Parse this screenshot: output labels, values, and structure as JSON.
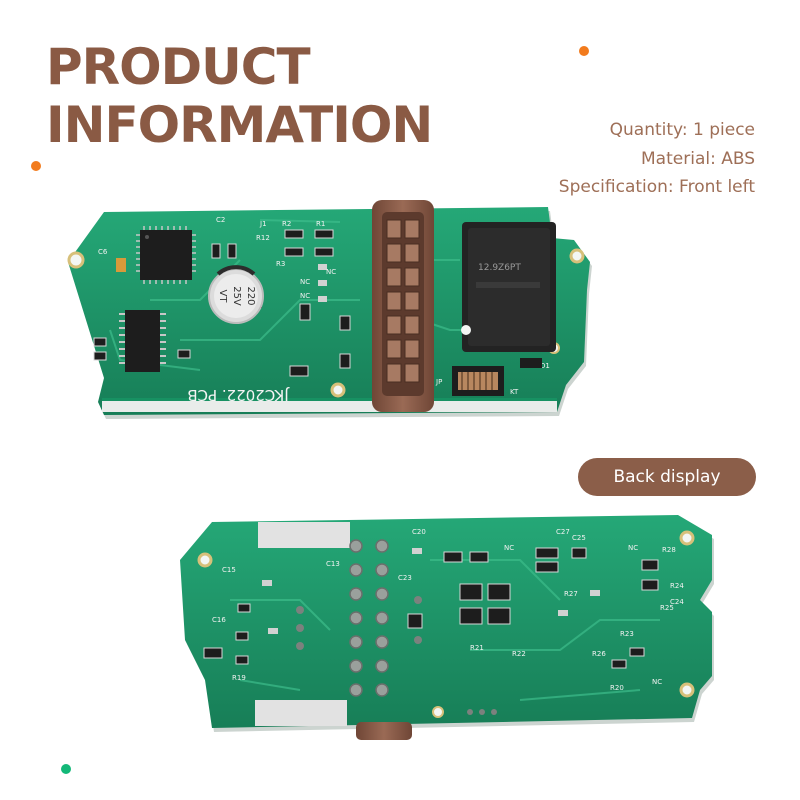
{
  "title": {
    "line1": "PRODUCT",
    "line2": "INFORMATION"
  },
  "specs": [
    "Quantity: 1 piece",
    "Material: ABS",
    "Specification: Front left"
  ],
  "button": {
    "label": "Back display"
  },
  "pcb_front": {
    "silk_text": "JKC2022. PCB",
    "relay_text": "12.9Z6PT",
    "cap_text": [
      "220",
      "25V",
      "VT"
    ],
    "labels": [
      "R2",
      "R1",
      "R3",
      "C2",
      "C6",
      "R12",
      "NC",
      "NC",
      "NC",
      "J1",
      "KT",
      "D1",
      "JP"
    ]
  },
  "pcb_back": {
    "labels": [
      "C20",
      "C15",
      "C23",
      "C16",
      "C13",
      "R19",
      "R20",
      "R21",
      "R22",
      "R23",
      "R24",
      "R25",
      "R26",
      "R27",
      "R28",
      "C24",
      "C25",
      "C27",
      "NC",
      "NC",
      "NC"
    ]
  },
  "colors": {
    "brand": "#8a5a44",
    "spec_text": "#9e6f57",
    "button_bg": "#8b5e49",
    "dot_orange": "#f27b1d",
    "dot_green": "#13b878",
    "pcb_green": "#1f9a6a",
    "connector": "#8a5d49"
  }
}
